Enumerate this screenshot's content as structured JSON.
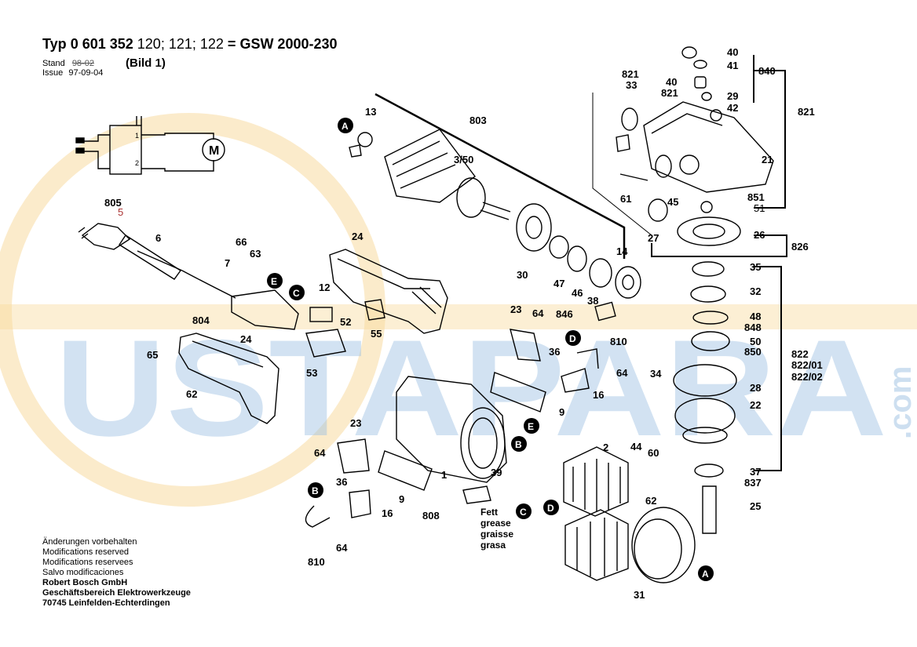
{
  "header": {
    "typ_label": "Typ",
    "part_number_prefix": "0 601 352",
    "variants": "120; 121; 122",
    "equals": "=",
    "model": "GSW 2000-230",
    "stand_label": "Stand",
    "issue_label": "Issue",
    "stand_date_struck": "98-02",
    "issue_date": "97-09-04",
    "bild": "(Bild 1)"
  },
  "footer": {
    "notes": [
      "Änderungen vorbehalten",
      "Modifications reserved",
      "Modifications reservees",
      "Salvo modificaciones"
    ],
    "company": [
      "Robert Bosch GmbH",
      "Geschäftsbereich Elektrowerkzeuge",
      "70745 Leinfelden-Echterdingen"
    ]
  },
  "watermark": {
    "text": "USTAPARA",
    "dotcom": ".com",
    "blue": "#1f6fb5",
    "orange": "#f2b24a"
  },
  "schematic": {
    "motor": "M",
    "pin1": "1",
    "pin2": "2"
  },
  "grease_note": [
    "Fett",
    "grease",
    "graisse",
    "grasa"
  ],
  "callouts": {
    "A": "A",
    "B": "B",
    "C": "C",
    "D": "D",
    "E": "E"
  },
  "labels": {
    "l803": "803",
    "l13": "13",
    "l3_50": "3/50",
    "l14": "14",
    "l30": "30",
    "l47": "47",
    "l46": "46",
    "l38": "38",
    "l846": "846",
    "l805": "805",
    "l5": "5",
    "l6": "6",
    "l66": "66",
    "l63": "63",
    "l7": "7",
    "l804": "804",
    "l24a": "24",
    "l12": "12",
    "l52": "52",
    "l55": "55",
    "l53": "53",
    "l24b": "24",
    "l65": "65",
    "l62a": "62",
    "l23a": "23",
    "l64a": "64",
    "l36a": "36",
    "l810a": "810",
    "l64b": "64",
    "l16a": "16",
    "l9a": "9",
    "l1": "1",
    "l23b": "23",
    "l64c": "64",
    "l36b": "36",
    "l16b": "16",
    "l810b": "810",
    "l64d": "64",
    "l9b": "9",
    "l808": "808",
    "l39": "39",
    "l2": "2",
    "l44": "44",
    "l60": "60",
    "l62b": "62",
    "l31": "31",
    "l821a": "821",
    "l33": "33",
    "l40a": "40",
    "l41": "41",
    "l40b": "40",
    "l821b": "821",
    "l29": "29",
    "l42": "42",
    "l840": "840",
    "l821c": "821",
    "l21": "21",
    "l61": "61",
    "l45": "45",
    "l851": "851",
    "l51": "51",
    "l27": "27",
    "l26": "26",
    "l826": "826",
    "l35": "35",
    "l32": "32",
    "l48": "48",
    "l848": "848",
    "l50": "50",
    "l850": "850",
    "l34": "34",
    "l28": "28",
    "l22": "22",
    "l822": "822",
    "l822_01": "822/01",
    "l822_02": "822/02",
    "l37": "37",
    "l837": "837",
    "l25": "25"
  }
}
